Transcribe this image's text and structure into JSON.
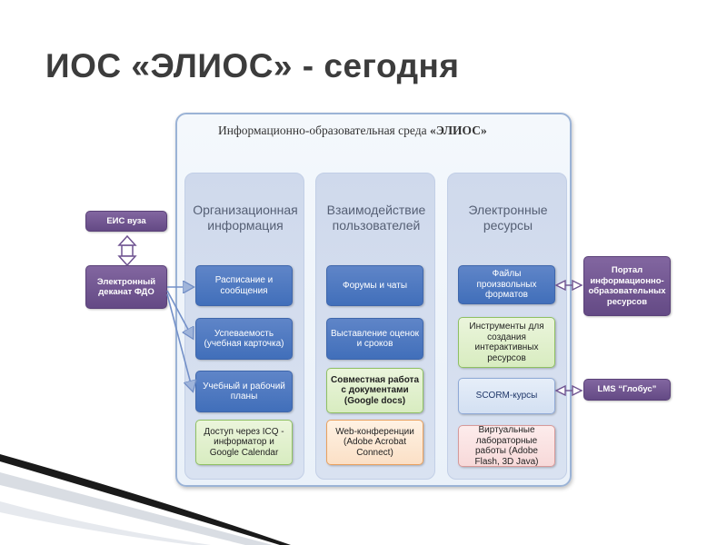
{
  "slide": {
    "title": "ИОС «ЭЛИОС» - сегодня"
  },
  "environment": {
    "title": "Информационно-образовательная среда",
    "brand": "«ЭЛИОС»"
  },
  "columns": [
    {
      "header": "Организационная информация"
    },
    {
      "header": "Взаимодействие пользователей"
    },
    {
      "header": "Электронные ресурсы"
    }
  ],
  "org_boxes": [
    "Расписание и сообщения",
    "Успеваемость (учебная карточка)",
    "Учебный и рабочий планы",
    "Доступ через ICQ - информатор и Google Calendar"
  ],
  "interaction_boxes": [
    "Форумы и чаты",
    "Выставление оценок и сроков",
    "Совместная работа с документами (Google docs)",
    "Web-конференции (Adobe Acrobat Connect)"
  ],
  "resource_boxes": [
    "Файлы произвольных форматов",
    "Инструменты для создания интерактивных ресурсов",
    "SCORM-курсы",
    "Виртуальные лабораторные работы (Adobe Flash, 3D Java)"
  ],
  "external": {
    "eis": "ЕИС вуза",
    "dean": "Электронный деканат ФДО",
    "portal": "Портал информационно-образовательных ресурсов",
    "lms": "LMS “Глобус”"
  },
  "colors": {
    "blue_box": "#4a76bd",
    "green_border": "#8fc063",
    "orange_border": "#e9a15f",
    "external_box": "#6e5290",
    "frame_border": "#9bb3d6",
    "column_fill": "#d4ddef"
  }
}
